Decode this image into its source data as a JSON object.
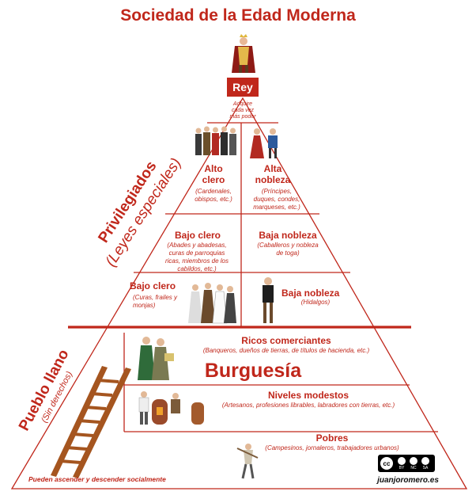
{
  "title": "Sociedad de la Edad Moderna",
  "rey": {
    "label": "Rey",
    "note_l1": "Adquire",
    "note_l2": "cada vez",
    "note_l3": "más poder"
  },
  "privilegiados": {
    "title": "Privilegiados",
    "subtitle": "(Leyes especiales)",
    "alto_clero": {
      "l1": "Alto",
      "l2": "clero",
      "n1": "(Cardenales,",
      "n2": "obispos, etc.)"
    },
    "alta_nobleza": {
      "l1": "Alta",
      "l2": "nobleza",
      "n1": "(Príncipes,",
      "n2": "duques, condes,",
      "n3": "marqueses, etc.)"
    },
    "bajo_clero_1": {
      "label": "Bajo clero",
      "n1": "(Abades y abadesas,",
      "n2": "curas de parroquias",
      "n3": "ricas, miembros de los",
      "n4": "cabildos, etc.)"
    },
    "baja_nobleza_1": {
      "label": "Baja nobleza",
      "n1": "(Caballeros y nobleza",
      "n2": "de toga)"
    },
    "bajo_clero_2": {
      "label": "Bajo clero",
      "n1": "(Curas, frailes y",
      "n2": "monjas)"
    },
    "baja_nobleza_2": {
      "label": "Baja nobleza",
      "n1": "(Hidalgos)"
    }
  },
  "pueblo": {
    "title": "Pueblo llano",
    "subtitle": "(Sin derechos)",
    "ricos": {
      "label": "Ricos comerciantes",
      "note": "(Banqueros, dueños de tierras, de títulos de hacienda, etc.)"
    },
    "burguesia": "Burguesía",
    "modestos": {
      "label": "Niveles modestos",
      "note": "(Artesanos, profesiones librables, labradores con tierras, etc.)"
    },
    "pobres": {
      "label": "Pobres",
      "note": "(Campesinos, jornaleros, trabajadores urbanos)"
    },
    "movilidad": "Pueden ascender y descender socialmente"
  },
  "credit": "juanjoromero.es",
  "license": {
    "labels": [
      "BY",
      "NC",
      "SA"
    ]
  },
  "colors": {
    "accent": "#c0271b",
    "text": "#c0271b",
    "background": "#ffffff"
  },
  "icons": [
    "king-figure",
    "clergy-group",
    "nobles-couple",
    "ladder",
    "merchants",
    "craftsmen",
    "peasant",
    "cc-license-badge"
  ]
}
